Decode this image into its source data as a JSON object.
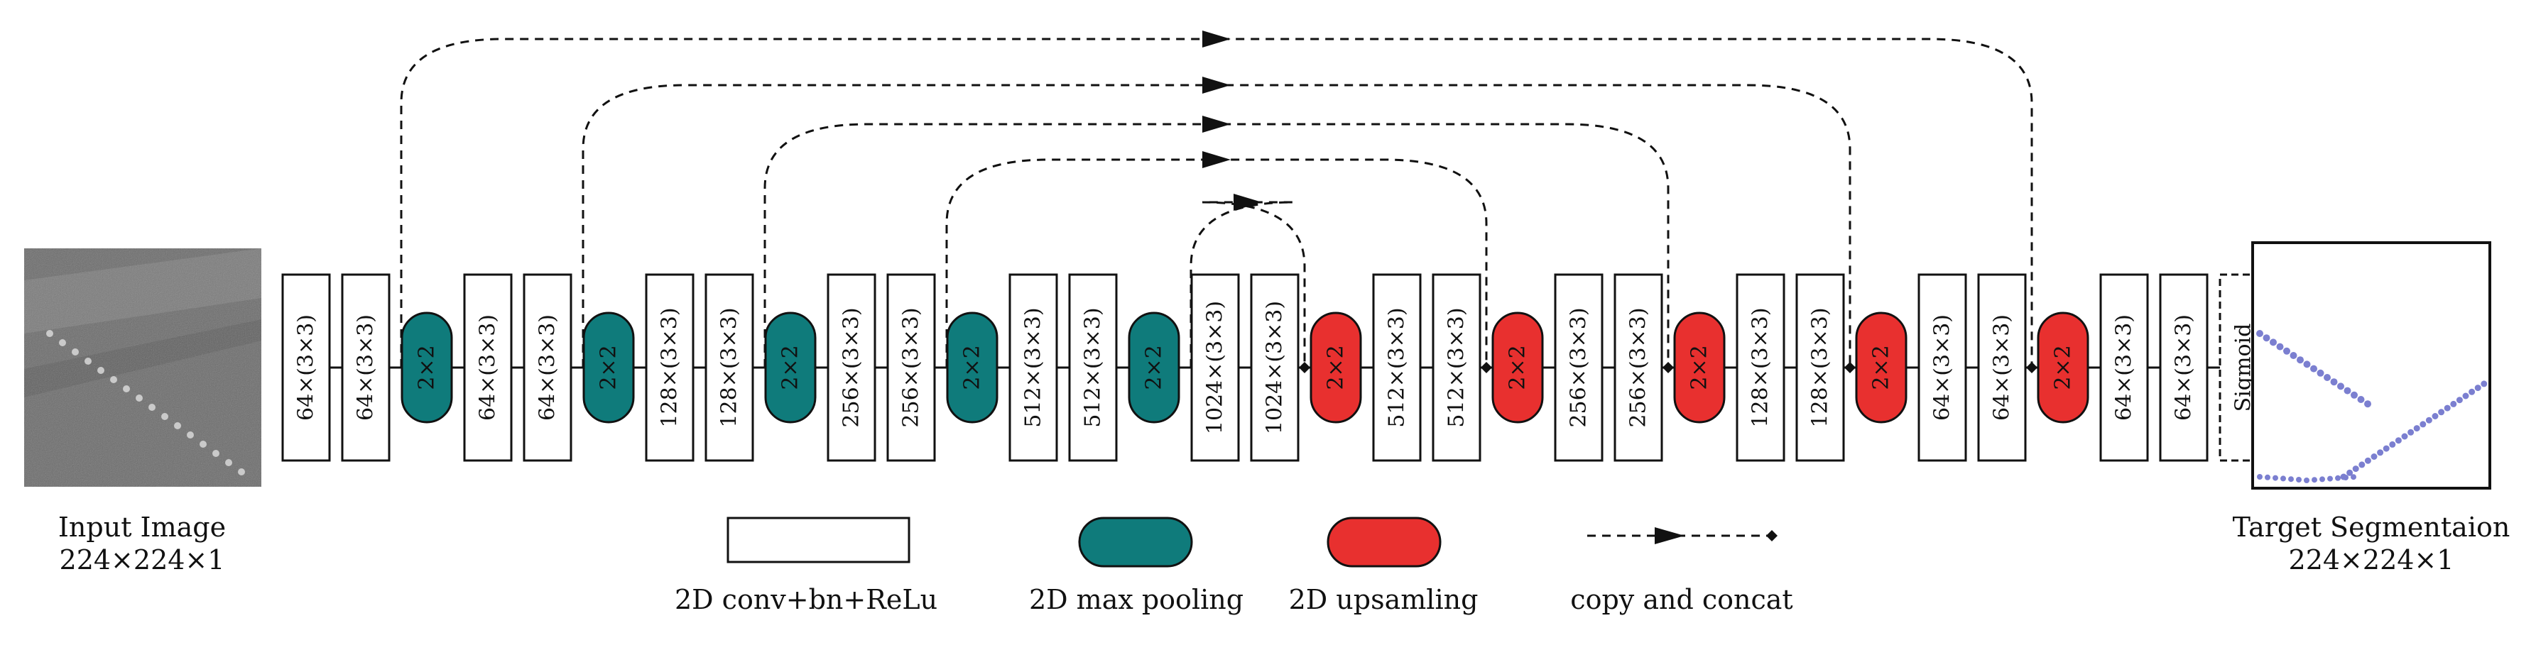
{
  "input": {
    "title": "Input Image",
    "size": "224×224×1"
  },
  "output": {
    "title": "Target Segmentaion",
    "size": "224×224×1"
  },
  "blocks": [
    {
      "type": "conv",
      "label": "64×(3×3)"
    },
    {
      "type": "conv",
      "label": "64×(3×3)"
    },
    {
      "type": "pool",
      "label": "2×2"
    },
    {
      "type": "conv",
      "label": "64×(3×3)"
    },
    {
      "type": "conv",
      "label": "64×(3×3)"
    },
    {
      "type": "pool",
      "label": "2×2"
    },
    {
      "type": "conv",
      "label": "128×(3×3)"
    },
    {
      "type": "conv",
      "label": "128×(3×3)"
    },
    {
      "type": "pool",
      "label": "2×2"
    },
    {
      "type": "conv",
      "label": "256×(3×3)"
    },
    {
      "type": "conv",
      "label": "256×(3×3)"
    },
    {
      "type": "pool",
      "label": "2×2"
    },
    {
      "type": "conv",
      "label": "512×(3×3)"
    },
    {
      "type": "conv",
      "label": "512×(3×3)"
    },
    {
      "type": "pool",
      "label": "2×2"
    },
    {
      "type": "conv",
      "label": "1024×(3×3)"
    },
    {
      "type": "conv",
      "label": "1024×(3×3)"
    },
    {
      "type": "up",
      "label": "2×2"
    },
    {
      "type": "conv",
      "label": "512×(3×3)"
    },
    {
      "type": "conv",
      "label": "512×(3×3)"
    },
    {
      "type": "up",
      "label": "2×2"
    },
    {
      "type": "conv",
      "label": "256×(3×3)"
    },
    {
      "type": "conv",
      "label": "256×(3×3)"
    },
    {
      "type": "up",
      "label": "2×2"
    },
    {
      "type": "conv",
      "label": "128×(3×3)"
    },
    {
      "type": "conv",
      "label": "128×(3×3)"
    },
    {
      "type": "up",
      "label": "2×2"
    },
    {
      "type": "conv",
      "label": "64×(3×3)"
    },
    {
      "type": "conv",
      "label": "64×(3×3)"
    },
    {
      "type": "up",
      "label": "2×2"
    },
    {
      "type": "conv",
      "label": "64×(3×3)"
    },
    {
      "type": "conv",
      "label": "64×(3×3)"
    },
    {
      "type": "sigmoid",
      "label": "Sigmoid"
    }
  ],
  "skip_connections": [
    {
      "from_block": 1,
      "to_block": 29
    },
    {
      "from_block": 4,
      "to_block": 26
    },
    {
      "from_block": 7,
      "to_block": 23
    },
    {
      "from_block": 10,
      "to_block": 20
    },
    {
      "from_block": 14,
      "to_block": 17
    }
  ],
  "legend": {
    "conv": "2D conv+bn+ReLu",
    "pool": "2D max pooling",
    "up": "2D upsamling",
    "skip": "copy and concat"
  },
  "colors": {
    "pool": "#0f7b7b",
    "up": "#e8302f",
    "line": "#111111",
    "input_bg": "#6f6f6f",
    "points": "#7b7fd0"
  }
}
